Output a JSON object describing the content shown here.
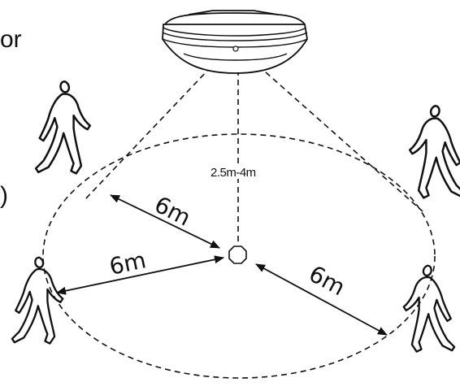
{
  "edge_texts": [
    "or",
    ")"
  ],
  "height_label": "2.5m-4m",
  "radius_labels": [
    "6m",
    "6m",
    "6m"
  ],
  "icons": [
    "ceiling-sensor-lamp-icon",
    "sensor-center-icon",
    "walking-person-icon"
  ],
  "colors": {
    "line": "#111111",
    "background": "#ffffff"
  }
}
